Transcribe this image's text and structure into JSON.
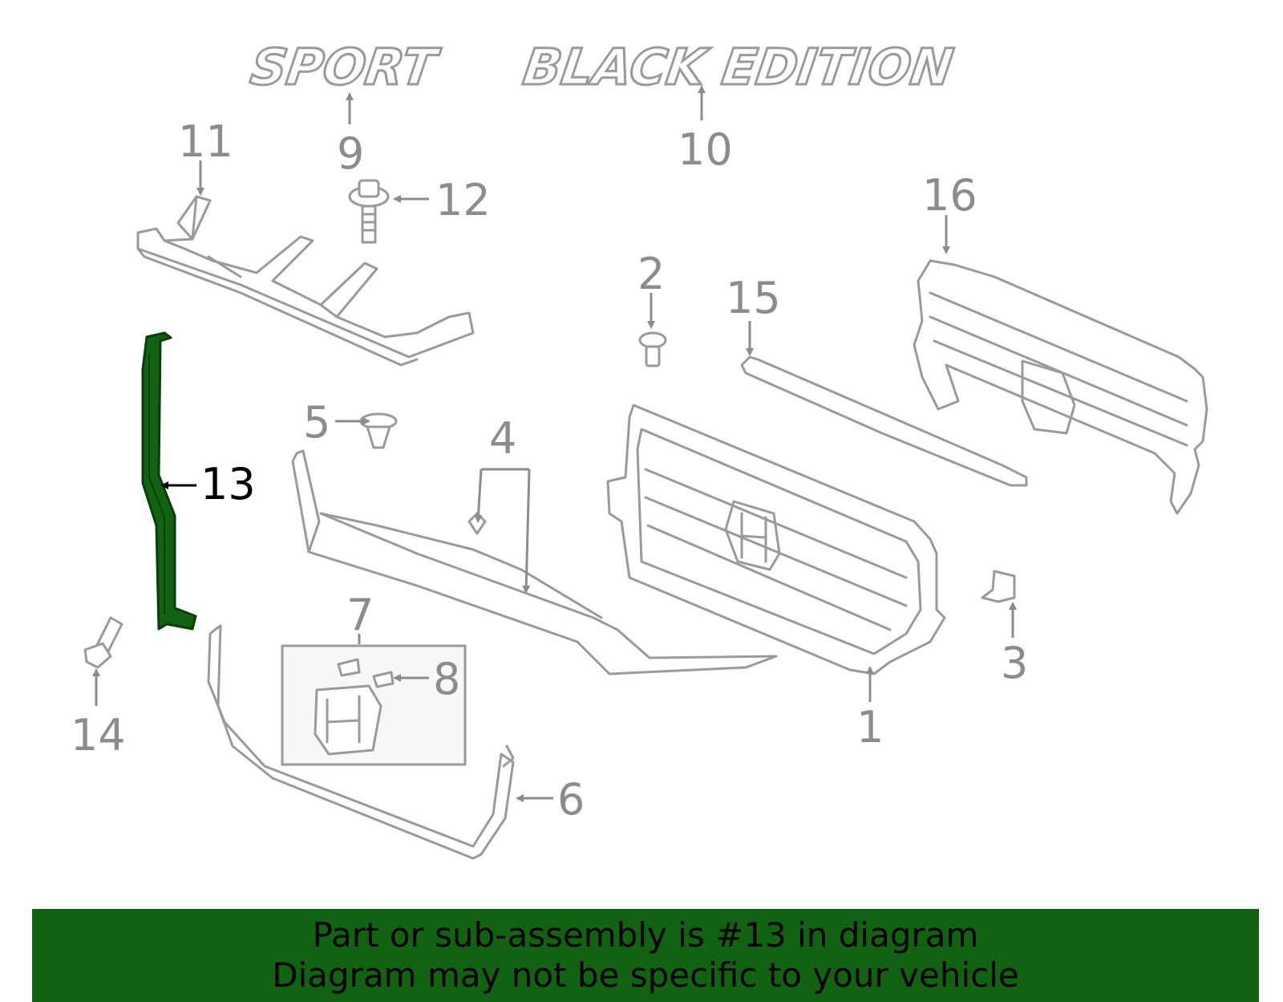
{
  "badges": {
    "sport": "SPORT",
    "black_edition": "BLACK EDITION"
  },
  "callouts": [
    {
      "id": "c1",
      "label": "1"
    },
    {
      "id": "c2",
      "label": "2"
    },
    {
      "id": "c3",
      "label": "3"
    },
    {
      "id": "c4",
      "label": "4"
    },
    {
      "id": "c5",
      "label": "5"
    },
    {
      "id": "c6",
      "label": "6"
    },
    {
      "id": "c7",
      "label": "7"
    },
    {
      "id": "c8",
      "label": "8"
    },
    {
      "id": "c9",
      "label": "9"
    },
    {
      "id": "c10",
      "label": "10"
    },
    {
      "id": "c11",
      "label": "11"
    },
    {
      "id": "c12",
      "label": "12"
    },
    {
      "id": "c13",
      "label": "13"
    },
    {
      "id": "c14",
      "label": "14"
    },
    {
      "id": "c15",
      "label": "15"
    },
    {
      "id": "c16",
      "label": "16"
    }
  ],
  "highlighted_part": "13",
  "colors": {
    "highlight": "#116311",
    "banner": "#116311",
    "line_art": "#9a9a9a"
  },
  "banner": {
    "line1": "Part or sub-assembly is #13 in diagram",
    "line2": "Diagram may not be specific to your vehicle"
  }
}
